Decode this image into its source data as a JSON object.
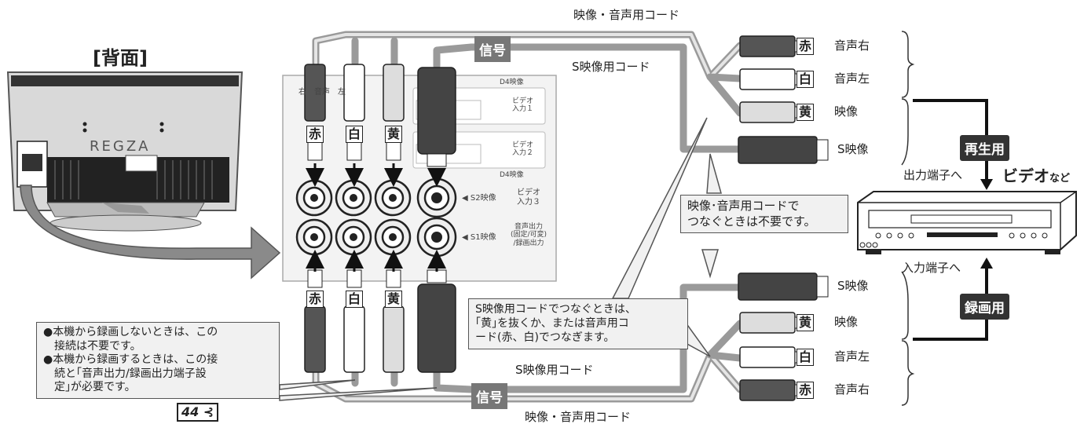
{
  "back_label": "[背面]",
  "brand": "REGZA",
  "cords": {
    "av_top": "映像・音声用コード",
    "av_bottom": "映像・音声用コード",
    "s_top": "S映像用コード",
    "s_bottom": "S映像用コード"
  },
  "signal": {
    "top": "信号",
    "bottom": "信号"
  },
  "panel": {
    "header_left": "右　音声　左",
    "d4_top": "D4映像",
    "d4_bottom": "D4映像",
    "video_in1": "ビデオ\n入力１",
    "video_in2": "ビデオ\n入力２",
    "s2": "◀ S2映像",
    "video_in3": "ビデオ\n入力３",
    "s1": "◀ S1映像",
    "audio_out": "音声出力\n(固定/可変)\n/録画出力"
  },
  "plug_tags": {
    "red": "赤",
    "white": "白",
    "yellow": "黄"
  },
  "right_top": {
    "audio_right": "音声右",
    "audio_left": "音声左",
    "video": "映像",
    "s_video": "S映像"
  },
  "right_bottom": {
    "s_video": "S映像",
    "video": "映像",
    "audio_left": "音声左",
    "audio_right": "音声右"
  },
  "playback_label": "再生用",
  "record_label": "録画用",
  "output_to": "出力端子へ",
  "input_to": "入力端子へ",
  "device_label": "ビデオ",
  "device_suffix": "など",
  "callout_av_not_needed": "映像･音声用コードで\nつなぐときは不要です。",
  "callout_s_cord": "S映像用コードでつなぐときは、\n｢黄｣を抜くか、または音声用コ\nード(赤、白)でつなぎます。",
  "note": {
    "line1": "●本機から録画しないときは、この\n　接続は不要です。",
    "line2": "●本機から録画するときは、この接\n　続と｢音声出力/録画出力端子設\n　定｣が必要です。",
    "page_ref": "44"
  }
}
